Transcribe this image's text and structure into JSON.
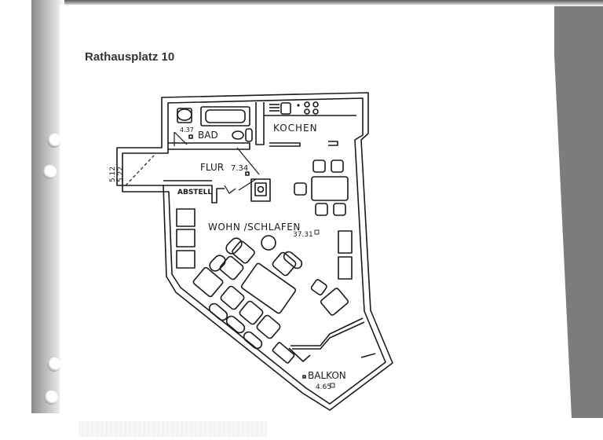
{
  "document": {
    "title": "Rathausplatz 10",
    "type": "floor plan scan"
  },
  "floor_plan": {
    "rooms": [
      {
        "name": "BAD",
        "area": "4.37",
        "unit_icon": "square-meter-icon"
      },
      {
        "name": "KOCHEN",
        "area": ""
      },
      {
        "name": "FLUR",
        "area": "7.34",
        "unit_icon": "square-meter-icon"
      },
      {
        "name": "ABSTELL",
        "area": ""
      },
      {
        "name": "WOHN /SCHLAFEN",
        "area": "37.31",
        "unit_icon": "square-meter-icon"
      },
      {
        "name": "BALKON",
        "area": "4.65",
        "unit_icon": "square-meter-icon"
      }
    ],
    "dimensions": {
      "entry_height_1": "5.12",
      "entry_height_2": "5.22"
    },
    "area_suffix": "□"
  },
  "colors": {
    "ink": "#1a1a1a",
    "scan_shadow": "#7c7c7c",
    "paper": "#ffffff"
  }
}
